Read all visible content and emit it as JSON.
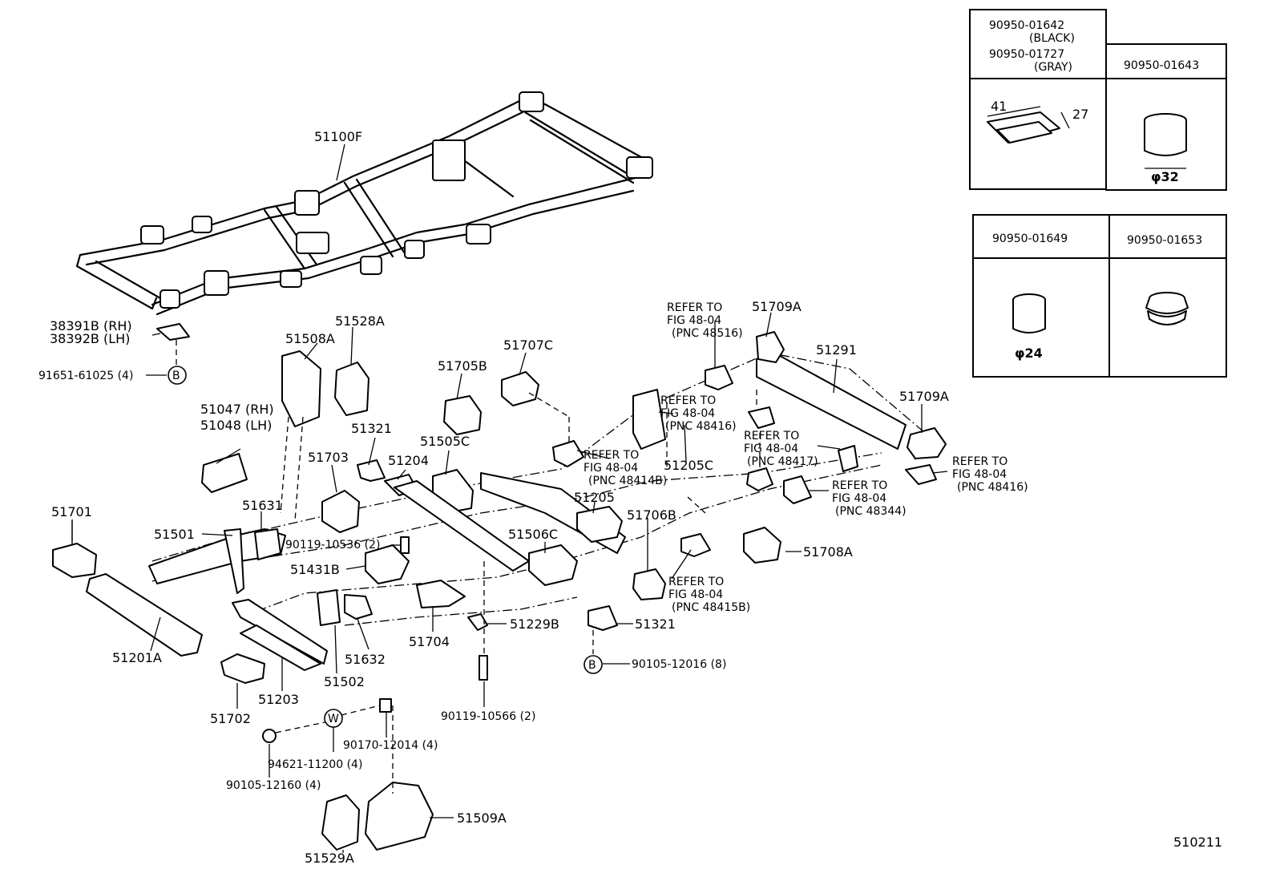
{
  "labels": {
    "p51100F": "51100F",
    "p38391B": "38391B (RH)",
    "p38392B": "38392B (LH)",
    "p91651": "91651-61025 (4)",
    "p51508A": "51508A",
    "p51528A": "51528A",
    "p51047": "51047 (RH)",
    "p51048": "51048 (LH)",
    "p51321a": "51321",
    "p51703": "51703",
    "p51204": "51204",
    "p51505C": "51505C",
    "p51705B": "51705B",
    "p51707C": "51707C",
    "p51701": "51701",
    "p51631": "51631",
    "p51501": "51501",
    "p90119_10536": "90119-10536 (2)",
    "p51431B": "51431B",
    "p51506C": "51506C",
    "p51205": "51205",
    "p51706B": "51706B",
    "p51201A": "51201A",
    "p51632": "51632",
    "p51704": "51704",
    "p51229B": "51229B",
    "p51321b": "51321",
    "p90105_12016": "90105-12016 (8)",
    "p51203": "51203",
    "p51502": "51502",
    "p51702": "51702",
    "p90119_10566": "90119-10566 (2)",
    "p90170": "90170-12014 (4)",
    "p94621": "94621-11200 (4)",
    "p90105_12160": "90105-12160 (4)",
    "p51509A": "51509A",
    "p51529A": "51529A",
    "p51709A_top": "51709A",
    "p51291": "51291",
    "p51709A_right": "51709A",
    "p51205C": "51205C",
    "p51708A": "51708A",
    "diagram_code": "510211"
  },
  "refers": {
    "r48516": {
      "l1": "REFER TO",
      "l2": "FIG 48-04",
      "l3": "(PNC 48516)"
    },
    "r48416a": {
      "l1": "REFER TO",
      "l2": "FIG 48-04",
      "l3": "(PNC 48416)"
    },
    "r48414B": {
      "l1": "REFER TO",
      "l2": "FIG 48-04",
      "l3": "(PNC 48414B)"
    },
    "r48417": {
      "l1": "REFER TO",
      "l2": "FIG 48-04",
      "l3": "(PNC 48417)"
    },
    "r48416b": {
      "l1": "REFER TO",
      "l2": "FIG 48-04",
      "l3": "(PNC 48416)"
    },
    "r48344": {
      "l1": "REFER TO",
      "l2": "FIG 48-04",
      "l3": "(PNC 48344)"
    },
    "r48415B": {
      "l1": "REFER TO",
      "l2": "FIG 48-04",
      "l3": "(PNC 48415B)"
    }
  },
  "markers": {
    "b": "B",
    "w": "W"
  },
  "plug_table_1": {
    "cell1_a": "90950-01642",
    "cell1_b": "(BLACK)",
    "cell1_c": "90950-01727",
    "cell1_d": "(GRAY)",
    "dim_w": "41",
    "dim_h": "27",
    "cell2": "90950-01643",
    "dia": "φ32"
  },
  "plug_table_2": {
    "cell1": "90950-01649",
    "dia": "φ24",
    "cell2": "90950-01653"
  }
}
